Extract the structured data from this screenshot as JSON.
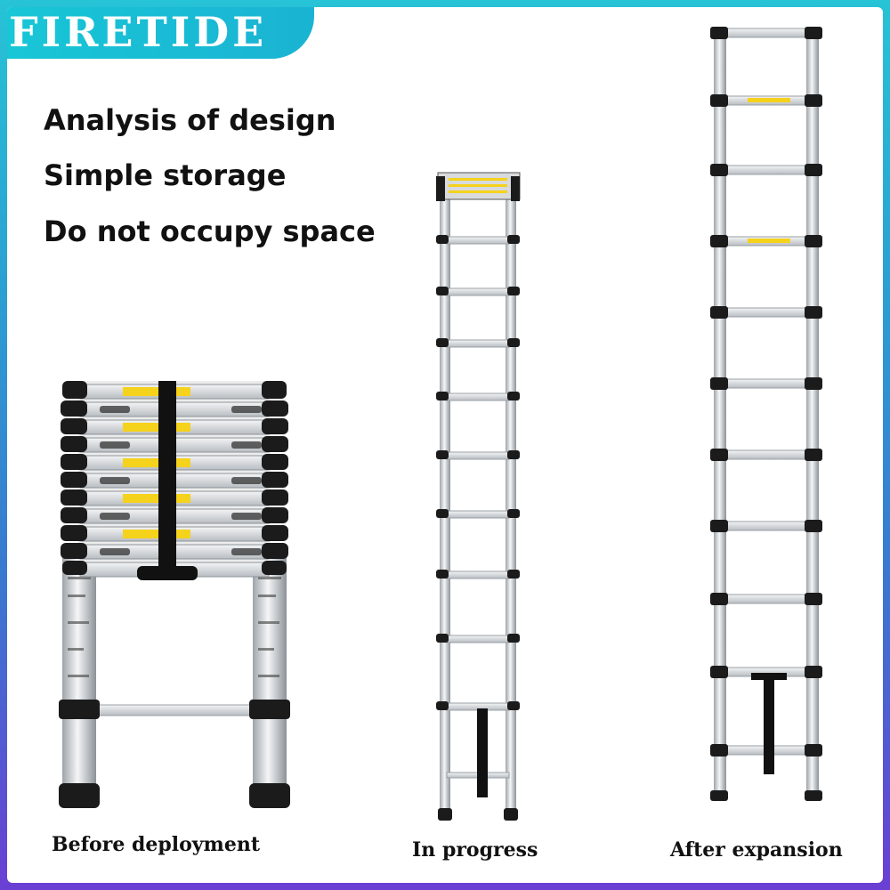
{
  "brand": {
    "name": "FIRETIDE"
  },
  "features": [
    "Analysis of design",
    "Simple storage",
    "Do not occupy space"
  ],
  "stages": {
    "before": "Before deployment",
    "progress": "In progress",
    "after": "After expansion"
  },
  "colors": {
    "brand_teal": "#1ab9d4",
    "rail_silver": "#d9dde1",
    "cap_black": "#1b1b1b",
    "label_yellow": "#f5d21b"
  }
}
